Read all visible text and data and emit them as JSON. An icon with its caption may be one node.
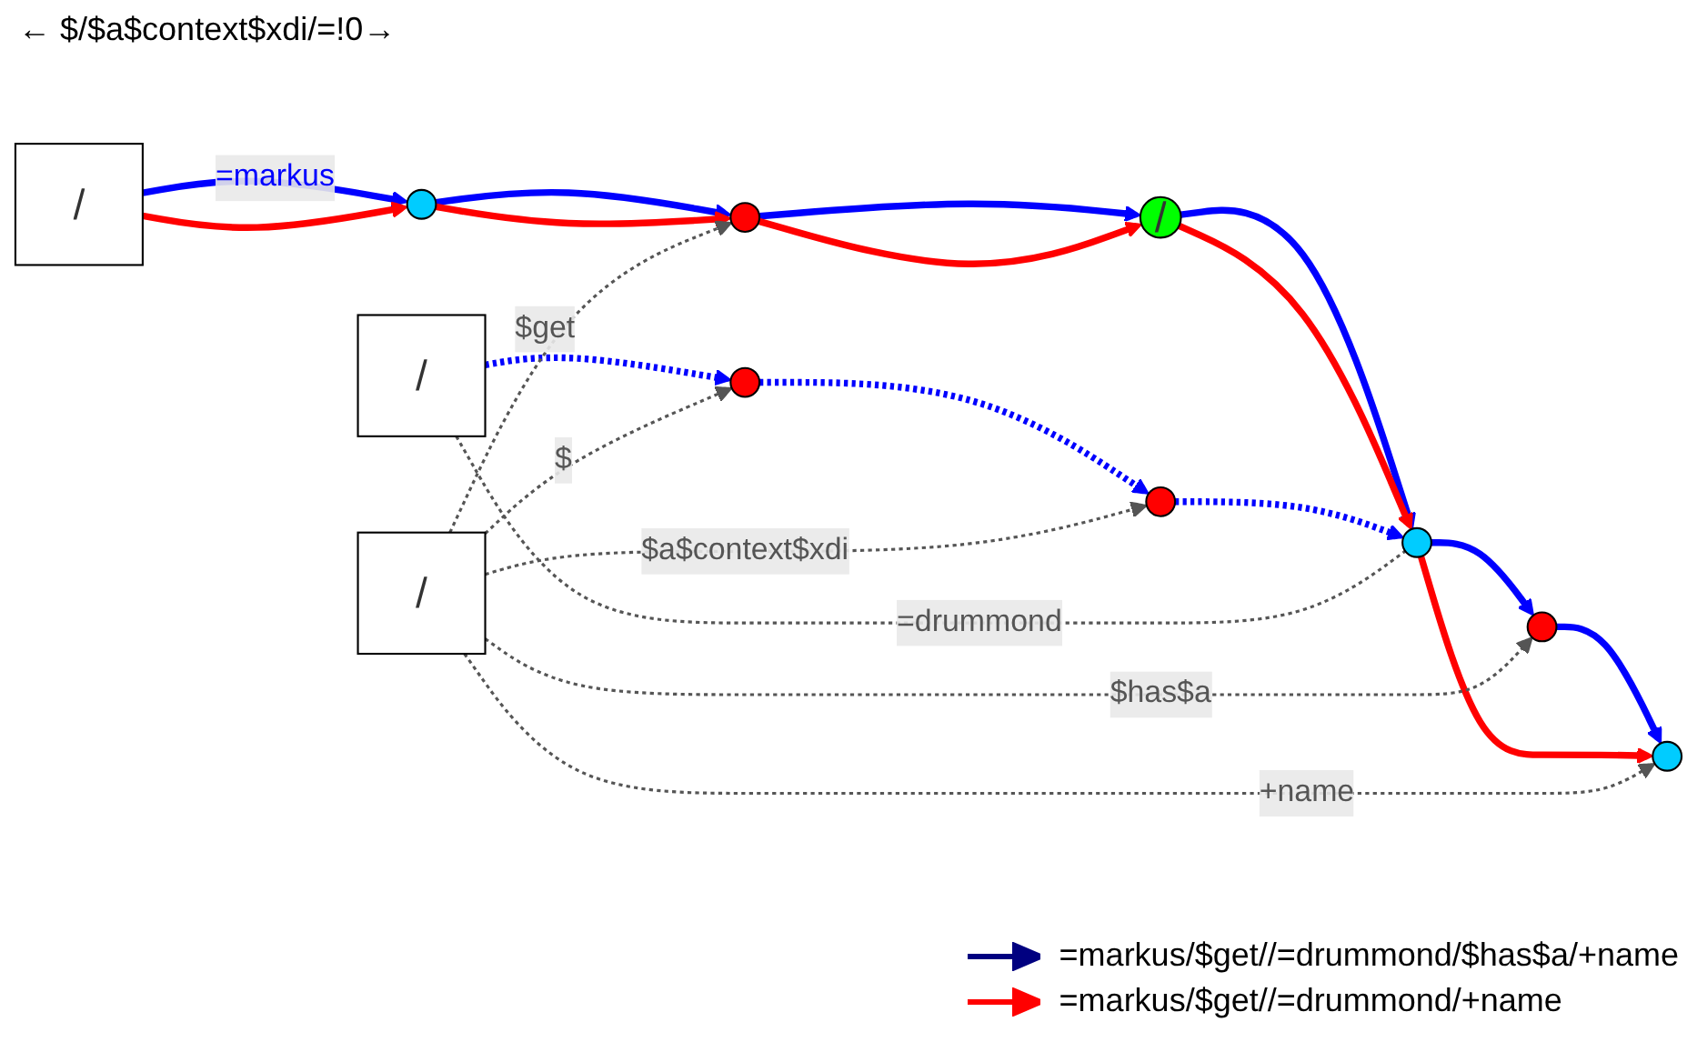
{
  "diagram": {
    "nodes": [
      {
        "text": [
          "/"
        ]
      },
      {
        "text": [
          "/"
        ]
      },
      {
        "text": [
          "/"
        ]
      },
      {
        "text": [
          "/"
        ]
      },
      {
        "text": [],
        "shape": "circle"
      },
      {
        "text": [],
        "shape": "circle"
      },
      {
        "text": [],
        "shape": "circle"
      },
      {
        "text": [],
        "shape": "circle"
      },
      {
        "text": [],
        "shape": "circle"
      },
      {
        "text": [],
        "shape": "circle"
      },
      {
        "text": [],
        "shape": "circle"
      }
    ],
    "edges": [
      {
        "from": 2,
        "to": 4,
        "arrow": "to",
        "label": "=markus"
      },
      {
        "from": 2,
        "to": 4,
        "arrow": "to",
        "color": "#ff0000"
      },
      {
        "from": 4,
        "to": 5,
        "arrow": "to"
      },
      {
        "from": 4,
        "to": 5,
        "arrow": "to",
        "color": "#ff0000"
      },
      {
        "from": 5,
        "to": 3,
        "arrow": "to"
      },
      {
        "from": 5,
        "to": 3,
        "arrow": "to",
        "color": "#ff0000"
      },
      {
        "from": 3,
        "to": 6,
        "arrow": "to"
      },
      {
        "from": 3,
        "to": 6,
        "arrow": "to",
        "color": "#ff0000"
      },
      {
        "from": 6,
        "to": 8,
        "arrow": "to"
      },
      {
        "from": 8,
        "to": 7,
        "arrow": "to"
      },
      {
        "from": 6,
        "to": 7,
        "arrow": "to",
        "color": "#ff0000"
      },
      {
        "from": 1,
        "to": 9,
        "arrow": "to",
        "style": "dashed"
      },
      {
        "from": 9,
        "to": 10,
        "arrow": "to",
        "style": "dashed"
      },
      {
        "from": 10,
        "to": 6,
        "arrow": "to",
        "style": "dashed"
      },
      {
        "from": 0,
        "to": 9,
        "arrow": "to",
        "label": "$",
        "style": "dashed",
        "color": "#555555"
      },
      {
        "from": 0,
        "to": 10,
        "arrow": "to",
        "label": "$a$context$xdi",
        "style": "dashed",
        "color": "#555555"
      },
      {
        "from": 0,
        "to": 8,
        "arrow": "to",
        "label": "$has$a",
        "style": "dashed",
        "color": "#555555"
      },
      {
        "from": 0,
        "to": 7,
        "arrow": "to",
        "label": "+name",
        "style": "dashed",
        "color": "#555555"
      },
      {
        "from": 0,
        "to": 5,
        "arrow": "to",
        "label": "$get",
        "style": "dashed",
        "color": "#555555"
      },
      {
        "from": 1,
        "to": 6,
        "arrow": "none",
        "label": "=drummond",
        "style": "dashed",
        "color": "#555555"
      }
    ],
    "labels": [
      "← $/$a$context$xdi/=!0→"
    ],
    "legend": [
      {
        "text": "=markus/$get//=drummond/$has$a/+name"
      },
      {
        "text": "=markus/$get//=drummond/+name"
      }
    ]
  }
}
